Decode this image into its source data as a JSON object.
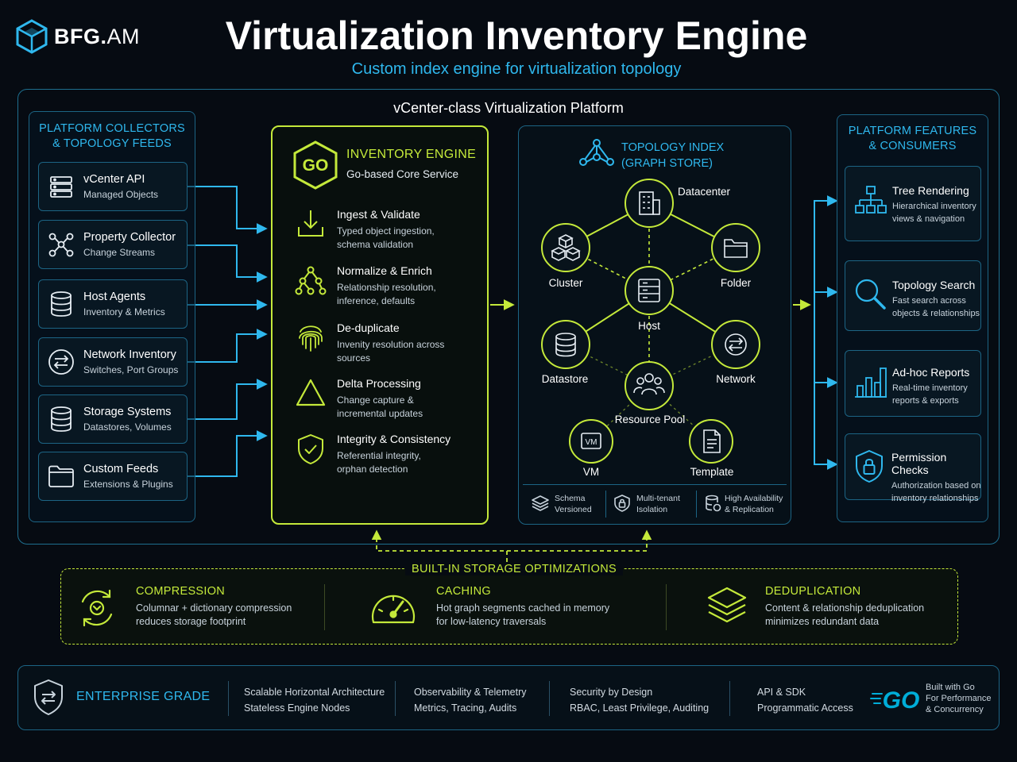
{
  "header": {
    "logo_bold": "BFG.",
    "logo_light": "AM",
    "title": "Virtualization Inventory Engine",
    "subtitle": "Custom index engine for virtualization topology"
  },
  "platform": {
    "title": "vCenter-class Virtualization Platform"
  },
  "collectors": {
    "title_line1": "PLATFORM COLLECTORS",
    "title_line2": "& TOPOLOGY FEEDS",
    "items": [
      {
        "name": "vCenter API",
        "sub": "Managed Objects",
        "icon": "server-icon"
      },
      {
        "name": "Property Collector",
        "sub": "Change Streams",
        "icon": "network-graph-icon"
      },
      {
        "name": "Host Agents",
        "sub": "Inventory & Metrics",
        "icon": "database-icon"
      },
      {
        "name": "Network Inventory",
        "sub": "Switches, Port Groups",
        "icon": "switch-arrows-icon"
      },
      {
        "name": "Storage Systems",
        "sub": "Datastores, Volumes",
        "icon": "storage-icon"
      },
      {
        "name": "Custom Feeds",
        "sub": "Extensions & Plugins",
        "icon": "folder-icon"
      }
    ]
  },
  "engine": {
    "badge": "GO",
    "title": "INVENTORY ENGINE",
    "subtitle": "Go-based Core Service",
    "steps": [
      {
        "title": "Ingest & Validate",
        "desc1": "Typed object ingestion,",
        "desc2": "schema validation",
        "icon": "download-icon"
      },
      {
        "title": "Normalize & Enrich",
        "desc1": "Relationship resolution,",
        "desc2": "inference, defaults",
        "icon": "hierarchy-icon"
      },
      {
        "title": "De-duplicate",
        "desc1": "Invenity resolution across",
        "desc2": "sources",
        "icon": "fingerprint-icon"
      },
      {
        "title": "Delta Processing",
        "desc1": "Change capture &",
        "desc2": "incremental updates",
        "icon": "delta-icon"
      },
      {
        "title": "Integrity & Consistency",
        "desc1": "Referential integrity,",
        "desc2": "orphan detection",
        "icon": "shield-check-icon"
      }
    ]
  },
  "topology": {
    "title_line1": "TOPOLOGY INDEX",
    "title_line2": "(GRAPH STORE)",
    "nodes": {
      "datacenter": "Datacenter",
      "cluster": "Cluster",
      "folder": "Folder",
      "host": "Host",
      "datastore": "Datastore",
      "network": "Network",
      "resource_pool": "Resource Pool",
      "vm": "VM",
      "vm_badge": "VM",
      "template": "Template"
    },
    "footer": [
      {
        "line1": "Schema",
        "line2": "Versioned",
        "icon": "layers-icon"
      },
      {
        "line1": "Multi-tenant",
        "line2": "Isolation",
        "icon": "shield-lock-icon"
      },
      {
        "line1": "High Availability",
        "line2": "& Replication",
        "icon": "database-sync-icon"
      }
    ]
  },
  "features": {
    "title_line1": "PLATFORM FEATURES",
    "title_line2": "& CONSUMERS",
    "items": [
      {
        "name": "Tree Rendering",
        "sub1": "Hierarchical inventory",
        "sub2": "views & navigation",
        "icon": "tree-icon"
      },
      {
        "name": "Topology Search",
        "sub1": "Fast search across",
        "sub2": "objects & relationships",
        "icon": "search-icon"
      },
      {
        "name": "Ad-hoc Reports",
        "sub1": "Real-time inventory",
        "sub2": "reports & exports",
        "icon": "bar-chart-icon"
      },
      {
        "name": "Permission Checks",
        "sub1": "Authorization based on",
        "sub2": "inventory relationships",
        "icon": "shield-lock-icon"
      }
    ]
  },
  "storage": {
    "title": "BUILT-IN STORAGE OPTIMIZATIONS",
    "items": [
      {
        "title": "COMPRESSION",
        "desc1": "Columnar + dictionary compression",
        "desc2": "reduces storage footprint",
        "icon": "compress-cycle-icon"
      },
      {
        "title": "CACHING",
        "desc1": "Hot graph segments cached in memory",
        "desc2": "for low-latency traversals",
        "icon": "speedometer-icon"
      },
      {
        "title": "DEDUPLICATION",
        "desc1": "Content & relationship deduplication",
        "desc2": "minimizes redundant data",
        "icon": "stack-layers-icon"
      }
    ]
  },
  "enterprise": {
    "label": "ENTERPRISE GRADE",
    "items": [
      {
        "line1": "Scalable Horizontal Architecture",
        "line2": "Stateless Engine Nodes"
      },
      {
        "line1": "Observability & Telemetry",
        "line2": "Metrics, Tracing, Audits"
      },
      {
        "line1": "Security by Design",
        "line2": "RBAC, Least Privilege, Auditing"
      },
      {
        "line1": "API & SDK",
        "line2": "Programmatic Access"
      }
    ],
    "go_logo": "GO",
    "go_line1": "Built with Go",
    "go_line2": "For Performance",
    "go_line3": "& Concurrency"
  },
  "colors": {
    "cyan": "#2fb8ee",
    "lime": "#c4e93a",
    "border": "#1c6484",
    "background": "#060b12",
    "go_blue": "#00add8"
  }
}
